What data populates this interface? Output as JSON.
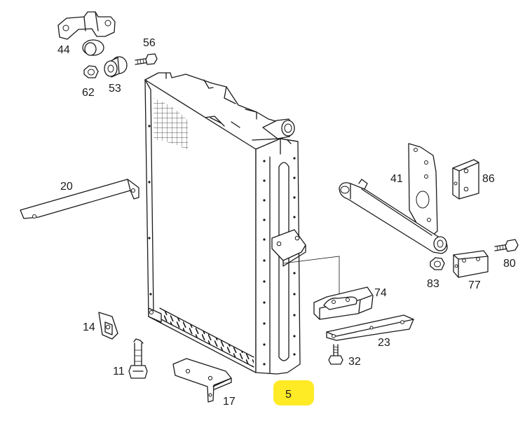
{
  "labels": {
    "p44": "44",
    "p56": "56",
    "p62": "62",
    "p53": "53",
    "p20": "20",
    "p41": "41",
    "p86": "86",
    "p74": "74",
    "p83": "83",
    "p77": "77",
    "p80": "80",
    "p14": "14",
    "p23": "23",
    "p32": "32",
    "p11": "11",
    "p17": "17",
    "p5": "5"
  },
  "highlight": {
    "part": "5",
    "color": "#ffe600"
  }
}
